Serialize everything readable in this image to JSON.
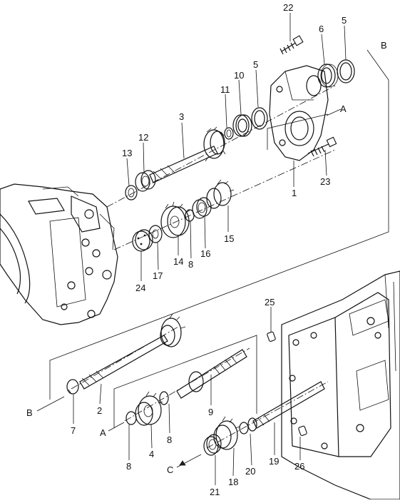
{
  "callouts": {
    "p1": "1",
    "p2": "2",
    "p3": "3",
    "p4": "4",
    "p5a": "5",
    "p5b": "5",
    "p6": "6",
    "p7": "7",
    "p8a": "8",
    "p8b": "8",
    "p8c": "8",
    "p9": "9",
    "p10": "10",
    "p11": "11",
    "p12": "12",
    "p13": "13",
    "p14": "14",
    "p15": "15",
    "p16": "16",
    "p17": "17",
    "p18": "18",
    "p19": "19",
    "p20": "20",
    "p21": "21",
    "p22": "22",
    "p23": "23",
    "p24": "24",
    "p25": "25",
    "p26": "26"
  },
  "refs": {
    "a_top": "A",
    "a_bottom": "A",
    "b_top": "B",
    "b_bottom": "B",
    "c_bottom": "C"
  }
}
